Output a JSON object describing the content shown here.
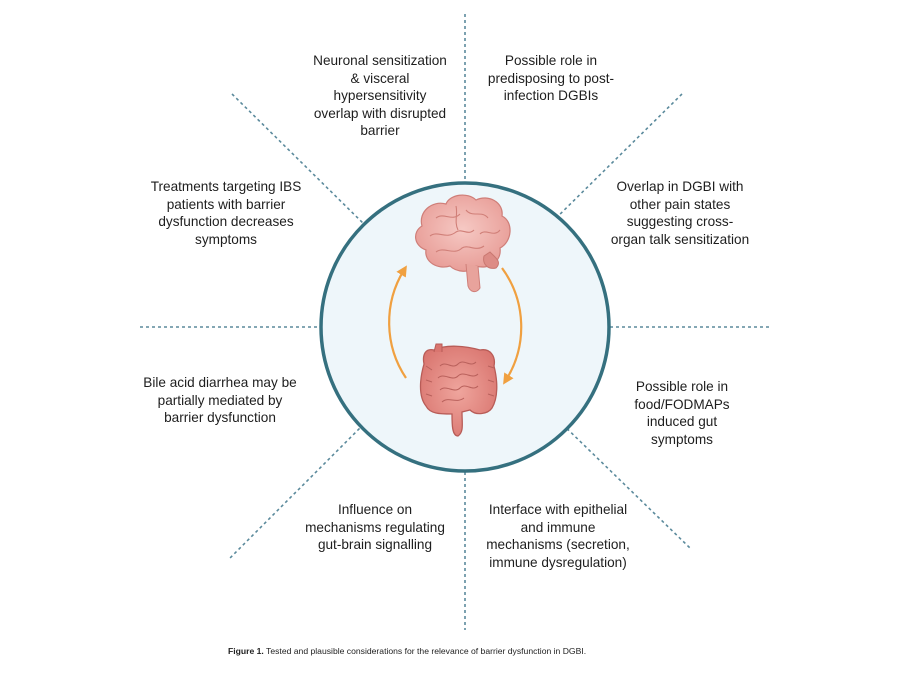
{
  "diagram": {
    "hub": {
      "top_icon": "brain-icon",
      "bottom_icon": "intestine-icon",
      "arrow_color": "#f0a040",
      "ring_color": "#35707f",
      "fill_color": "#eef6fa"
    },
    "line_color": "#5b8a9c",
    "labels": {
      "top_left": "Neuronal sensitization & visceral hypersensitivity overlap with disrupted barrier",
      "top_right": "Possible role in predisposing to post-infection DGBIs",
      "upper_right": "Overlap in DGBI with other pain states suggesting cross-organ talk sensitization",
      "lower_right": "Possible role in food/FODMAPs induced gut symptoms",
      "bottom_right": "Interface with epithelial and immune mechanisms (secretion, immune dysregulation)",
      "bottom_left": "Influence on mechanisms regulating gut-brain signalling",
      "lower_left": "Bile acid diarrhea may be partially mediated by barrier dysfunction",
      "upper_left": "Treatments targeting IBS patients with barrier dysfunction decreases symptoms"
    }
  },
  "caption": {
    "prefix": "Figure 1.",
    "text": " Tested and plausible considerations for the relevance of barrier dysfunction in DGBI."
  }
}
